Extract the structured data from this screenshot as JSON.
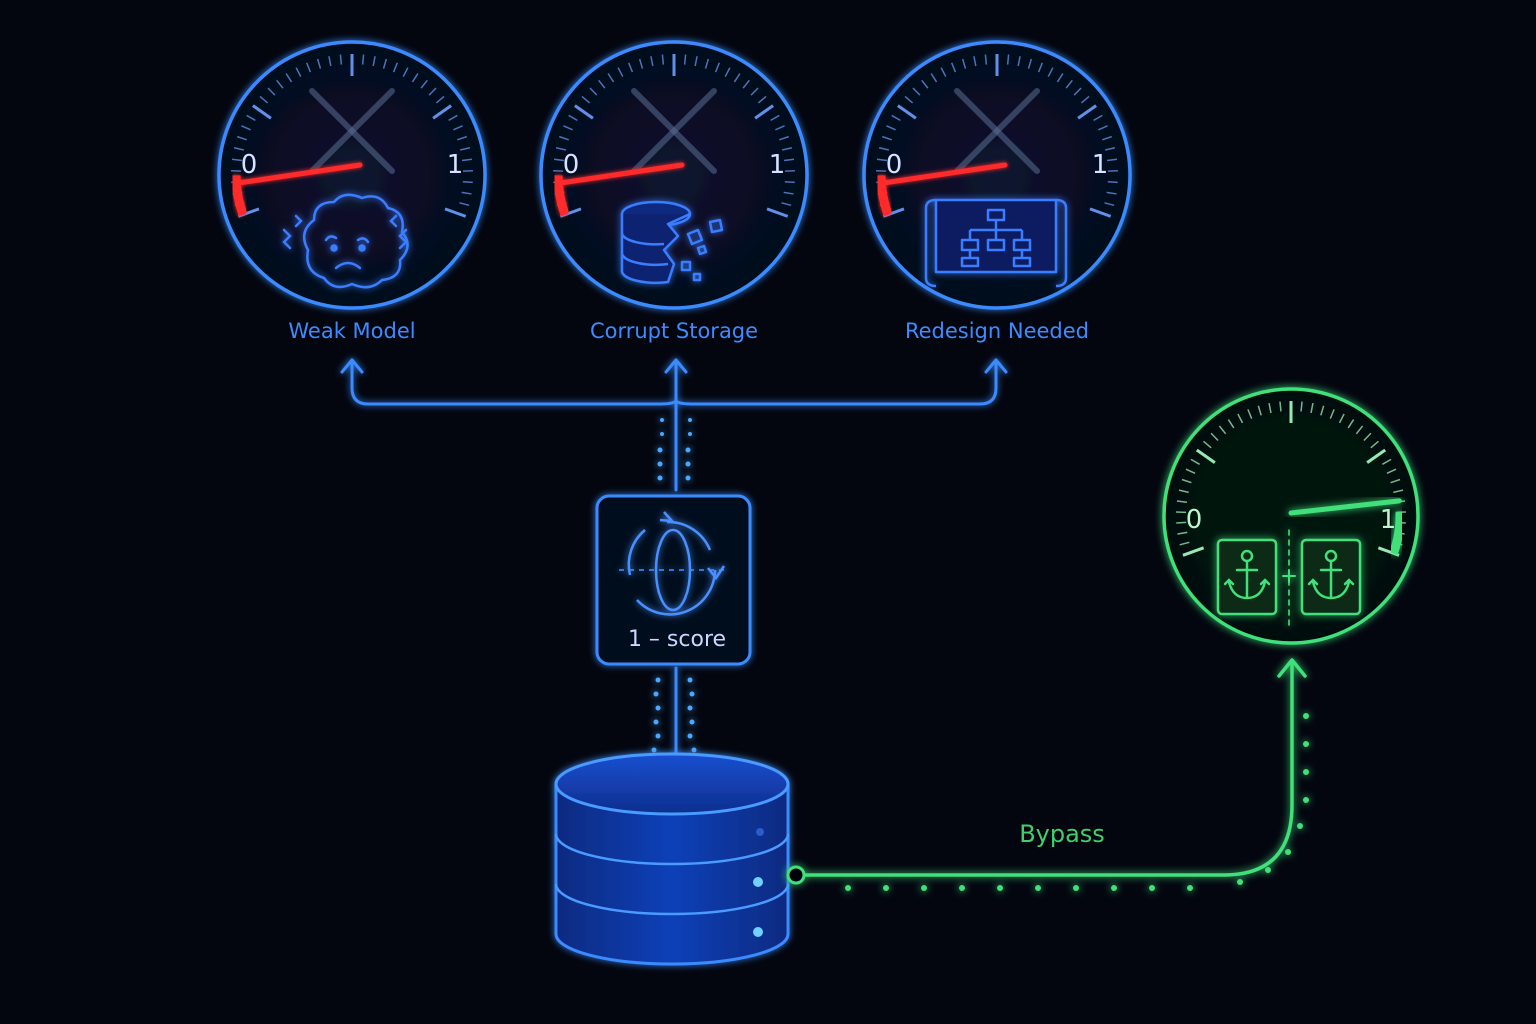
{
  "colors": {
    "background": "#03060f",
    "blue": "#2f7dff",
    "blue_light": "#4aa3ff",
    "green": "#3fe07a",
    "red": "#ff2a2a",
    "label_blue": "#3d8bff"
  },
  "gauges": [
    {
      "id": "weak-model",
      "label": "Weak Model",
      "min_label": "0",
      "max_label": "1",
      "value": 0.05,
      "icon": "brain-icon",
      "state": "failed"
    },
    {
      "id": "corrupt-storage",
      "label": "Corrupt Storage",
      "min_label": "0",
      "max_label": "1",
      "value": 0.05,
      "icon": "broken-database-icon",
      "state": "failed"
    },
    {
      "id": "redesign-needed",
      "label": "Redesign Needed",
      "min_label": "0",
      "max_label": "1",
      "value": 0.05,
      "icon": "blueprint-icon",
      "state": "failed"
    }
  ],
  "bypass_gauge": {
    "min_label": "0",
    "max_label": "1",
    "value": 0.88,
    "icon": "anchor-pair-icon",
    "state": "ok"
  },
  "transform": {
    "label": "1 – score",
    "icon": "flip-rotate-icon"
  },
  "source": {
    "icon": "database-icon"
  },
  "bypass": {
    "label": "Bypass"
  }
}
